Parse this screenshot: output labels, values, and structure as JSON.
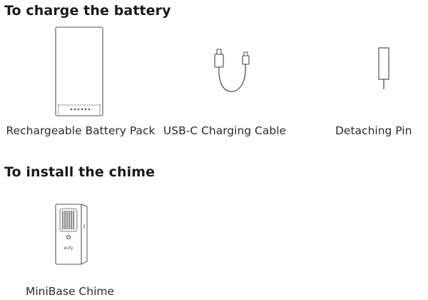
{
  "sections": {
    "charge": {
      "title": "To charge the battery",
      "items": [
        {
          "label": "Rechargeable Battery Pack",
          "icon": "battery-pack-icon"
        },
        {
          "label": "USB-C Charging Cable",
          "icon": "usb-c-cable-icon"
        },
        {
          "label": "Detaching Pin",
          "icon": "detaching-pin-icon"
        }
      ]
    },
    "install": {
      "title": "To install the chime",
      "items": [
        {
          "label": "MiniBase Chime",
          "icon": "chime-icon",
          "brand": "eufy"
        }
      ]
    }
  },
  "colors": {
    "text": "#1a1a1a",
    "line": "#444444"
  }
}
